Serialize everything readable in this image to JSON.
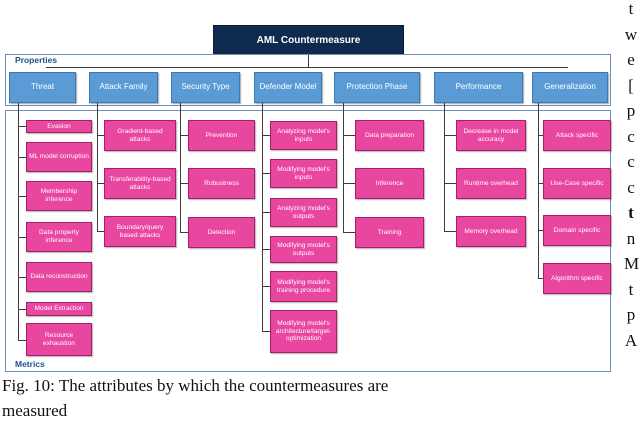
{
  "root": "AML Countermeasure",
  "properties_label": "Properties",
  "metrics_label": "Metrics",
  "columns": [
    {
      "title": "Threat",
      "items": [
        "Evasion",
        "ML model corruption",
        "Membership inference",
        "Data property inference",
        "Data reconstruction",
        "Model Extraction",
        "Resource exhaustion"
      ]
    },
    {
      "title": "Attack Family",
      "items": [
        "Gradient-based attacks",
        "Transferability-based attacks",
        "Boundary/query based attacks"
      ]
    },
    {
      "title": "Security Type",
      "items": [
        "Prevention",
        "Robustness",
        "Detection"
      ]
    },
    {
      "title": "Defender Model",
      "items": [
        "Analyzing model's inputs",
        "Modifying model's inputs",
        "Analyzing model's outputs",
        "Modifying model's outputs",
        "Modifying model's training procedure",
        "Modifying model's architecture/target-optimization"
      ]
    },
    {
      "title": "Protection Phase",
      "items": [
        "Data preparation",
        "Inference",
        "Training"
      ]
    },
    {
      "title": "Performance",
      "items": [
        "Decrease in model accuracy",
        "Runtime overhead",
        "Memory overhead"
      ]
    },
    {
      "title": "Generalization",
      "items": [
        "Attack specific",
        "Use-Case specific",
        "Domain specific",
        "Algorithm specific"
      ]
    }
  ],
  "caption": "Fig. 10: The attributes by which the countermeasures are",
  "caption_cut": "measured",
  "side_text": [
    "t",
    "w",
    "e",
    "[",
    "p",
    "c",
    "c",
    "c",
    "t",
    "n",
    "M",
    "t",
    "p",
    "A"
  ]
}
